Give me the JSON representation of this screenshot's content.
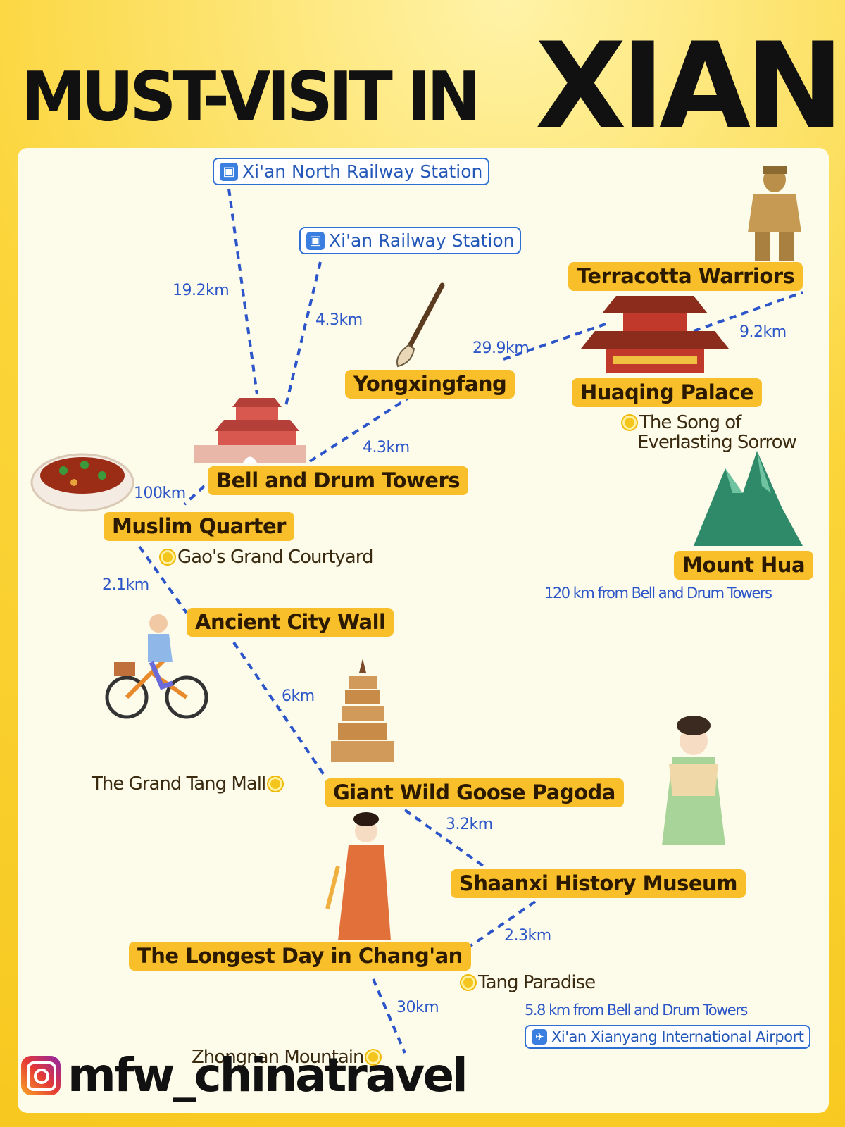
{
  "title": {
    "left": "MUST-VISIT IN",
    "right": "XIAN"
  },
  "stations": {
    "north": "Xi'an North Railway Station",
    "railway": "Xi'an Railway Station",
    "airport": "Xi'an Xianyang International Airport"
  },
  "places": {
    "terracotta": "Terracotta Warriors",
    "yongxingfang": "Yongxingfang",
    "huaqing": "Huaqing Palace",
    "bell_drum": "Bell and Drum Towers",
    "muslim": "Muslim Quarter",
    "mount_hua": "Mount Hua",
    "city_wall": "Ancient City Wall",
    "pagoda": "Giant Wild Goose Pagoda",
    "museum": "Shaanxi History Museum",
    "longest_day": "The Longest Day in Chang'an"
  },
  "sub_spots": {
    "song": "The Song of",
    "song2": "Everlasting Sorrow",
    "gao": "Gao's Grand Courtyard",
    "tang_mall": "The Grand Tang Mall",
    "tang_paradise": "Tang Paradise",
    "zhongnan": "Zhongnan Mountain"
  },
  "distances": {
    "d1": "19.2km",
    "d2": "4.3km",
    "d3": "29.9km",
    "d4": "9.2km",
    "d5": "4.3km",
    "d6": "100km",
    "d7": "2.1km",
    "d8": "6km",
    "d9": "3.2km",
    "d10": "2.3km",
    "d11": "30km"
  },
  "notes": {
    "hua": "120 km from Bell and Drum Towers",
    "airport": "5.8 km from Bell and Drum Towers"
  },
  "brand": "mfw_chinatravel",
  "icons": [
    "train-icon",
    "plane-icon",
    "instagram-icon",
    "location-dot-icon"
  ],
  "colors": {
    "background": "#fbd53a",
    "label": "#f8bf2a",
    "route": "#2b55c9",
    "card": "#fdfbea"
  }
}
